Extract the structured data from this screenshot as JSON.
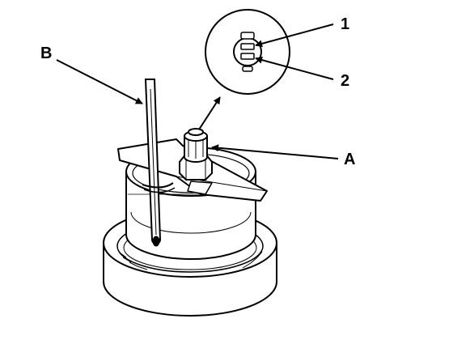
{
  "labels": {
    "component_a": "A",
    "thermometer_b": "B",
    "terminal_1": "1",
    "terminal_2": "2"
  },
  "colors": {
    "ink": "#000000",
    "paper": "#ffffff"
  }
}
